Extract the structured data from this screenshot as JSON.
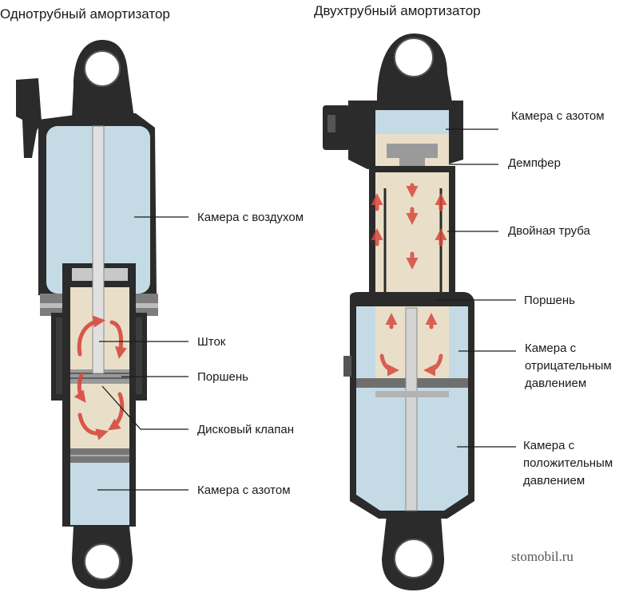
{
  "titles": {
    "mono": "Однотрубный амортизатор",
    "twin": "Двухтрубный амортизатор"
  },
  "labels_mono": {
    "air_chamber": "Камера с воздухом",
    "rod": "Шток",
    "piston": "Поршень",
    "disc_valve": "Дисковый клапан",
    "nitrogen_chamber": "Камера с азотом"
  },
  "labels_twin": {
    "nitrogen_chamber": "Камера с азотом",
    "damper": "Демпфер",
    "double_tube": "Двойная труба",
    "piston": "Поршень",
    "negative_chamber": [
      "Камера с",
      "отрицательным",
      "давлением"
    ],
    "positive_chamber": [
      "Камера с",
      "положительным",
      "давлением"
    ]
  },
  "watermark": "stomobil.ru",
  "colors": {
    "body": "#2b2b2b",
    "air": "#c4dbe6",
    "oil": "#e9dfc9",
    "steel": "#a6a6a6",
    "arrow": "#d7493e"
  }
}
